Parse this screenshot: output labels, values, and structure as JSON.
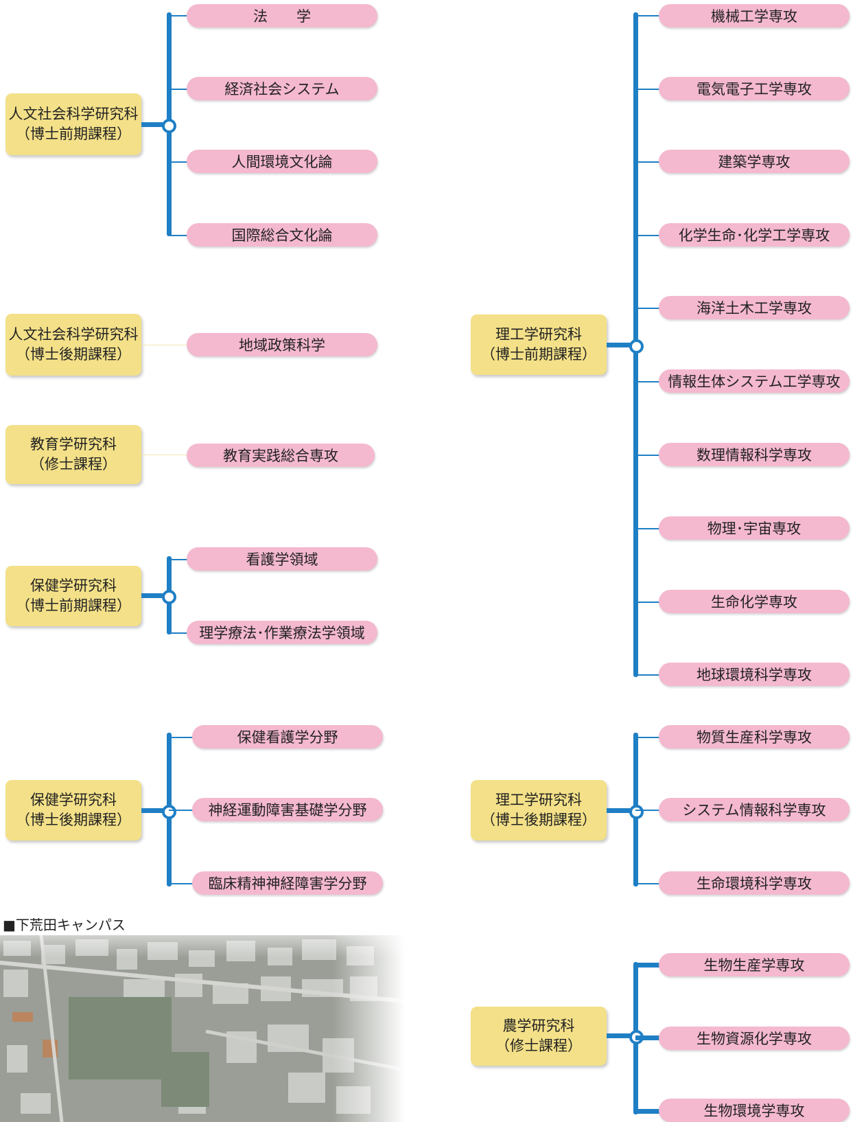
{
  "left": {
    "jinbun_master": {
      "title": "人文社会科学研究科",
      "sub": "（博士前期課程）",
      "majors": [
        "法　　学",
        "経済社会システム",
        "人間環境文化論",
        "国際総合文化論"
      ]
    },
    "jinbun_doctor": {
      "title": "人文社会科学研究科",
      "sub": "（博士後期課程）",
      "majors": [
        "地域政策科学"
      ]
    },
    "kyoiku": {
      "title": "教育学研究科",
      "sub": "（修士課程）",
      "majors": [
        "教育実践総合専攻"
      ]
    },
    "hoken_master": {
      "title": "保健学研究科",
      "sub": "（博士前期課程）",
      "majors": [
        "看護学領域",
        "理学療法･作業療法学領域"
      ]
    },
    "hoken_doctor": {
      "title": "保健学研究科",
      "sub": "（博士後期課程）",
      "majors": [
        "保健看護学分野",
        "神経運動障害基礎学分野",
        "臨床精神神経障害学分野"
      ]
    }
  },
  "right": {
    "riko_master": {
      "title": "理工学研究科",
      "sub": "（博士前期課程）",
      "majors": [
        "機械工学専攻",
        "電気電子工学専攻",
        "建築学専攻",
        "化学生命･化学工学専攻",
        "海洋土木工学専攻",
        "情報生体システム工学専攻",
        "数理情報科学専攻",
        "物理･宇宙専攻",
        "生命化学専攻",
        "地球環境科学専攻"
      ]
    },
    "riko_doctor": {
      "title": "理工学研究科",
      "sub": "（博士後期課程）",
      "majors": [
        "物質生産科学専攻",
        "システム情報科学専攻",
        "生命環境科学専攻"
      ]
    },
    "nogaku": {
      "title": "農学研究科",
      "sub": "（修士課程）",
      "majors": [
        "生物生産学専攻",
        "生物資源化学専攻",
        "生物環境学専攻"
      ]
    }
  },
  "campus": {
    "caption": "■下荒田キャンパス"
  },
  "colors": {
    "box": "#f3e088",
    "pill": "#f4b8cf",
    "line": "#1f7fc5"
  }
}
